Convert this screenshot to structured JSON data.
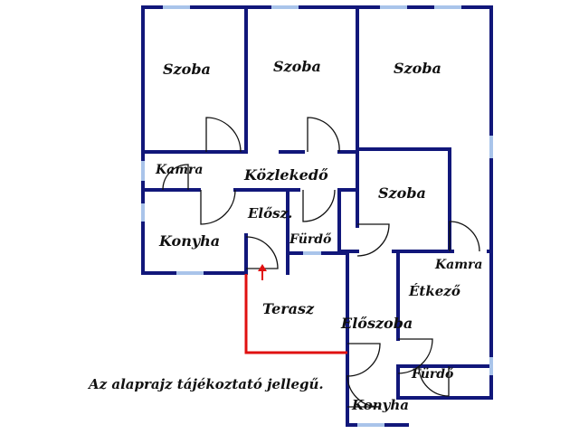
{
  "colors": {
    "wall": "#11177a",
    "window": "#a9c4ea",
    "door_swing": "#111111",
    "terrace_outline": "#e01010",
    "arrow": "#e01010"
  },
  "rooms": {
    "szoba_1": "Szoba",
    "szoba_2": "Szoba",
    "szoba_3": "Szoba",
    "szoba_4": "Szoba",
    "kamra_1": "Kamra",
    "kamra_2": "Kamra",
    "kozlekedo": "Közlekedő",
    "konyha_1": "Konyha",
    "konyha_2": "Konyha",
    "elosz": "Elősz.",
    "furdo_1": "Fürdő",
    "furdo_2": "Fürdő",
    "terasz": "Terasz",
    "eloszoba": "Előszoba",
    "etkezo": "Étkező"
  },
  "note": "Az alaprajz tájékoztató jellegű."
}
